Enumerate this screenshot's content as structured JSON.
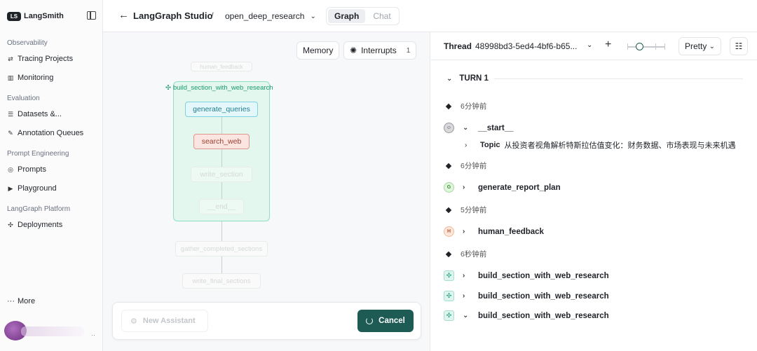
{
  "sidebar": {
    "brand": "LangSmith",
    "brand_logo": "LS",
    "sections": {
      "observability": "Observability",
      "evaluation": "Evaluation",
      "prompt_engineering": "Prompt Engineering",
      "platform": "LangGraph Platform"
    },
    "items": {
      "tracing": "Tracing Projects",
      "monitoring": "Monitoring",
      "datasets": "Datasets &...",
      "annotation": "Annotation Queues",
      "prompts": "Prompts",
      "playground": "Playground",
      "deployments": "Deployments"
    },
    "more": "More"
  },
  "topbar": {
    "title": "LangGraph Studio",
    "separator": "/",
    "graph_name": "open_deep_research",
    "tabs": {
      "graph": "Graph",
      "chat": "Chat"
    }
  },
  "canvas": {
    "memory": "Memory",
    "interrupts": "Interrupts",
    "interrupts_count": "1",
    "subgraph": "build_section_with_web_research",
    "nodes": {
      "top_faded": "human_feedback",
      "queries": "generate_queries",
      "search": "search_web",
      "write": "write_section",
      "end": "__end__",
      "gather": "gather_completed_sections",
      "final": "write_final_sections"
    },
    "new_assistant": "New Assistant",
    "cancel": "Cancel"
  },
  "thread": {
    "label": "Thread",
    "id": "48998bd3-5ed4-4bf6-b65...",
    "view": "Pretty"
  },
  "timeline": {
    "turn": "TURN 1",
    "times": [
      "6分钟前",
      "6分钟前",
      "5分钟前",
      "6秒钟前"
    ],
    "runs": {
      "start": "__start__",
      "topic_key": "Topic",
      "topic_value": "从投资者视角解析特斯拉估值变化：财务数据、市场表现与未来机遇",
      "plan": "generate_report_plan",
      "plan_badge": "G",
      "feedback": "human_feedback",
      "feedback_badge": "H",
      "build1": "build_section_with_web_research",
      "build2": "build_section_with_web_research",
      "build3": "build_section_with_web_research"
    }
  },
  "colors": {
    "accent": "#1e5b55",
    "subgraph": "#e3f7ef",
    "search_node": "#fbe5e0"
  }
}
